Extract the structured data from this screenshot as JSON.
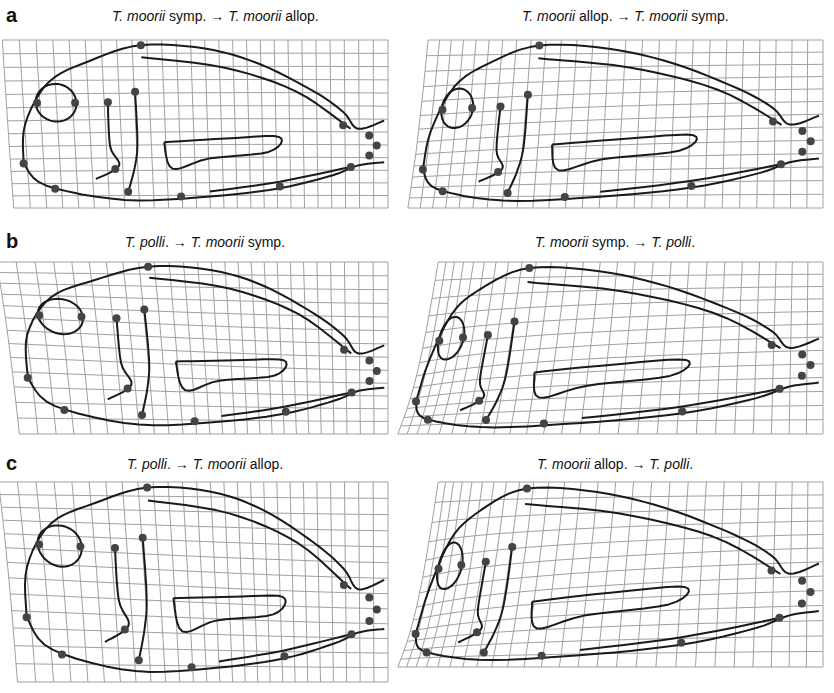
{
  "diagram": {
    "labels": [
      "a",
      "T. moorii symp. → T. moorii allop.",
      "T. moorii allop. → T. moorii symp.",
      "b",
      "T. polli. → T. moorii symp.",
      "T. moorii symp. → T. polli.",
      "c",
      "T. polli. → T. moorii allop.",
      "T. moorii allop. → T. polli."
    ]
  }
}
